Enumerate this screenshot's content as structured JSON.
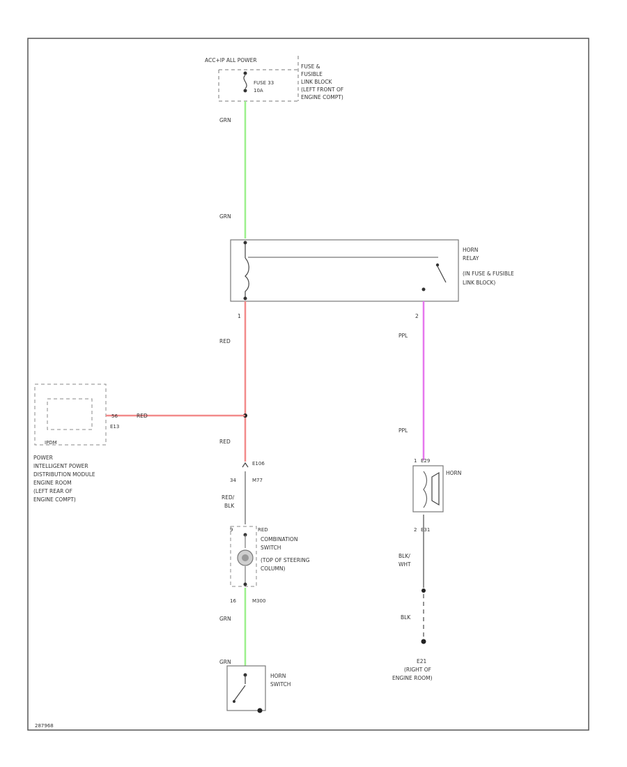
{
  "colors": {
    "wire_green": "#9cf08c",
    "wire_red": "#f28a8a",
    "wire_purple": "#e676ee",
    "wire_black": "#555555",
    "border": "#555555"
  },
  "power_source": {
    "top_label": "ACC+IP ALL POWER",
    "fuse_label": "FUSE 33",
    "fuse_amp": "10A",
    "fuse_block_label": [
      "FUSE &",
      "FUSIBLE",
      "LINK BLOCK",
      "(LEFT FRONT OF",
      "ENGINE COMPT)"
    ]
  },
  "wires": {
    "grn_upper_1": "GRN",
    "grn_upper_2": "GRN",
    "red_1": "RED",
    "red_2": "RED",
    "red_ipdm": "RED",
    "red_blk": [
      "RED/",
      "BLK"
    ],
    "grn_lower_1": "GRN",
    "grn_lower_2": "GRN",
    "ppl_1": "PPL",
    "ppl_2": "PPL",
    "blk_wht": [
      "BLK/",
      "WHT"
    ],
    "blk": "BLK"
  },
  "horn_relay": {
    "label": [
      "HORN",
      "RELAY",
      "(IN FUSE & FUSIBLE",
      "LINK BLOCK)"
    ],
    "pin_in": "1",
    "pin_out": "2"
  },
  "ipdm": {
    "pin": "56",
    "connector": "E13",
    "bottom_label": "IPDM",
    "label": [
      "POWER",
      "INTELLIGENT POWER",
      "DISTRIBUTION MODULE",
      "ENGINE ROOM",
      "(LEFT REAR OF",
      "ENGINE COMPT)"
    ]
  },
  "connectors": {
    "e106": "E106",
    "m77_pin": "34",
    "m77": "M77",
    "m300_pin": "16",
    "m300": "M300",
    "horn_pin_1": "1",
    "horn_e29": "E29",
    "horn_pin_2": "2",
    "horn_e31": "E31"
  },
  "combination_switch": {
    "pin": "9",
    "wire": "RED",
    "label": [
      "COMBINATION",
      "SWITCH",
      "(TOP OF STEERING",
      "COLUMN)"
    ]
  },
  "horn": {
    "label": "HORN"
  },
  "horn_switch": {
    "label": [
      "HORN",
      "SWITCH"
    ]
  },
  "ground": {
    "label": [
      "E21",
      "(RIGHT OF",
      "ENGINE ROOM)"
    ]
  },
  "footer": {
    "code": "287968"
  }
}
